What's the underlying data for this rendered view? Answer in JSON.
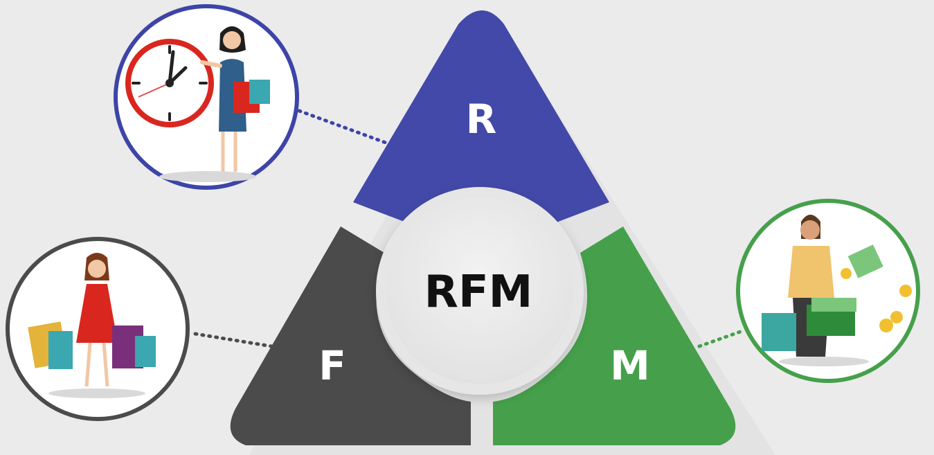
{
  "diagram": {
    "center_label": "RFM",
    "segments": [
      {
        "key": "recency",
        "label": "R",
        "color": "#4249a8"
      },
      {
        "key": "frequency",
        "label": "F",
        "color": "#4b4b4b"
      },
      {
        "key": "monetary",
        "label": "M",
        "color": "#46a04b"
      }
    ],
    "illustrations": [
      {
        "key": "recency",
        "icon": "woman-with-clock-and-shopping-bags",
        "ring_color": "#3d44a8"
      },
      {
        "key": "frequency",
        "icon": "woman-in-red-dress-with-shopping-bags",
        "ring_color": "#4b4b4b"
      },
      {
        "key": "monetary",
        "icon": "man-with-cash-and-coins",
        "ring_color": "#46a04b"
      }
    ],
    "colors": {
      "background": "#ebebeb",
      "center_disc": "#e9e9e9",
      "connector": "#3d44a8"
    }
  }
}
